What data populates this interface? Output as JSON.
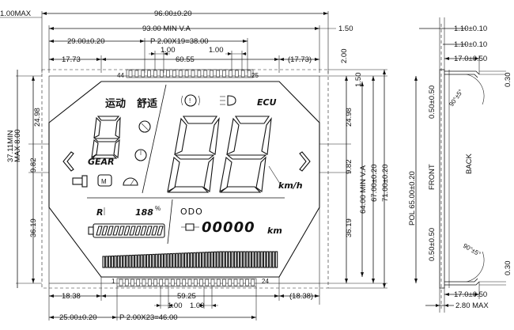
{
  "top_dims": {
    "max_thickness": "1.00MAX",
    "overall_width": "96.00±0.20",
    "view_area_width": "93.00  MIN  V.A",
    "edge_right": "1.50",
    "pin_offset": "29.00±0.20",
    "pitch": "P  2.00X19=38.00",
    "pin_gap_a": "1.00",
    "pin_gap_b": "1.00",
    "left_margin": "17.73",
    "pin_span": "60.55",
    "right_margin": "(17.73)",
    "right_top": "2.00"
  },
  "bottom_dims": {
    "left_margin": "18.38",
    "pin_span": "59.25",
    "right_margin": "(18.38)",
    "pin_gap_a": "1.00",
    "pin_gap_b": "1.00",
    "pin_offset": "25.00±0.20",
    "pitch": "P  2.00X23=46.00"
  },
  "left_dims": {
    "max_8": "MAX  8.00",
    "upper": "24.98",
    "middle": "9.82",
    "lower": "36.19",
    "total": "37.11MIN"
  },
  "right_dims": {
    "top": "1.50",
    "upper": "24.98",
    "middle": "9.82",
    "lower": "36.19",
    "va_height": "64.00  MIN  V.A",
    "inner_height": "67.00±0.20",
    "outer_height": "71.00±0.20"
  },
  "side_view": {
    "top1": "1.10±0.10",
    "top2": "1.10±0.10",
    "top3": "17.0±0.50",
    "pol": "POL  65.00±0.20",
    "front": "FRONT",
    "back": "BACK",
    "angle_top": "90°±5°",
    "angle_bottom": "90°±5°",
    "offset_top": "0.50±0.50",
    "offset_bottom": "0.50±0.50",
    "right_top": "0.30",
    "right_bottom": "0.30",
    "bottom": "17.0±0.50",
    "max": "2.80  MAX"
  },
  "pins": {
    "top_first": "44",
    "top_last": "25",
    "bottom_first": "1",
    "bottom_last": "24"
  },
  "lcd": {
    "label_sport": "运动",
    "label_comfort": "舒适",
    "gear": "GEAR",
    "ecu": "ECU",
    "kmh": "km/h",
    "odo": "ODO",
    "odo_digits": "00000",
    "odo_unit": "km",
    "battery_pct": "188",
    "m_icon": "M",
    "ready_icon": "R"
  }
}
